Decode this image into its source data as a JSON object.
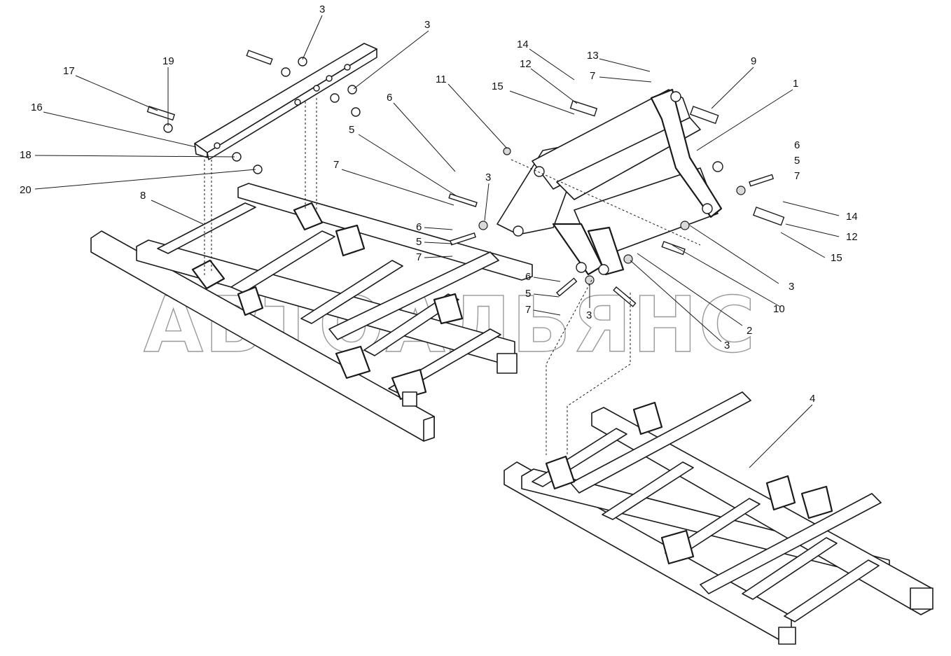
{
  "watermark": "АВТОАЛЬЯНС",
  "callouts": [
    {
      "id": "c-3a",
      "text": "3"
    },
    {
      "id": "c-3b",
      "text": "3"
    },
    {
      "id": "c-19",
      "text": "19"
    },
    {
      "id": "c-17",
      "text": "17"
    },
    {
      "id": "c-16",
      "text": "16"
    },
    {
      "id": "c-18",
      "text": "18"
    },
    {
      "id": "c-20",
      "text": "20"
    },
    {
      "id": "c-8",
      "text": "8"
    },
    {
      "id": "c-6a",
      "text": "6"
    },
    {
      "id": "c-5a",
      "text": "5"
    },
    {
      "id": "c-7a",
      "text": "7"
    },
    {
      "id": "c-11",
      "text": "11"
    },
    {
      "id": "c-14a",
      "text": "14"
    },
    {
      "id": "c-12a",
      "text": "12"
    },
    {
      "id": "c-15a",
      "text": "15"
    },
    {
      "id": "c-13",
      "text": "13"
    },
    {
      "id": "c-7b",
      "text": "7"
    },
    {
      "id": "c-9",
      "text": "9"
    },
    {
      "id": "c-1",
      "text": "1"
    },
    {
      "id": "c-3c",
      "text": "3"
    },
    {
      "id": "c-6b",
      "text": "6"
    },
    {
      "id": "c-5b",
      "text": "5"
    },
    {
      "id": "c-7c",
      "text": "7"
    },
    {
      "id": "c-6c",
      "text": "6"
    },
    {
      "id": "c-5c",
      "text": "5"
    },
    {
      "id": "c-7d",
      "text": "7"
    },
    {
      "id": "c-14b",
      "text": "14"
    },
    {
      "id": "c-12b",
      "text": "12"
    },
    {
      "id": "c-15b",
      "text": "15"
    },
    {
      "id": "c-3d",
      "text": "3"
    },
    {
      "id": "c-10",
      "text": "10"
    },
    {
      "id": "c-6d",
      "text": "6"
    },
    {
      "id": "c-5d",
      "text": "5"
    },
    {
      "id": "c-7e",
      "text": "7"
    },
    {
      "id": "c-3e",
      "text": "3"
    },
    {
      "id": "c-2",
      "text": "2"
    },
    {
      "id": "c-3f",
      "text": "3"
    },
    {
      "id": "c-4",
      "text": "4"
    }
  ]
}
